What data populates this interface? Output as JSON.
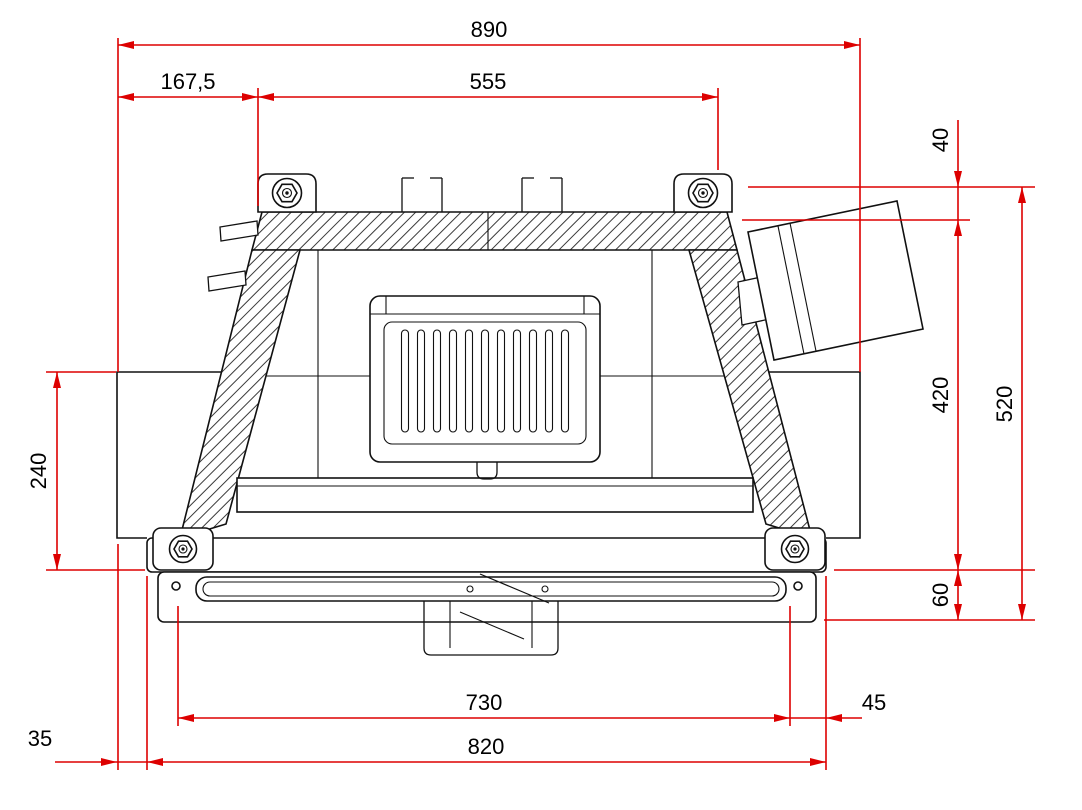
{
  "dimensions": {
    "top_total": "890",
    "top_left_offset": "167,5",
    "top_opening": "555",
    "right_upper": "40",
    "right_body": "420",
    "right_total": "520",
    "right_base": "60",
    "left_height": "240",
    "bottom_inner": "730",
    "bottom_right_offset": "45",
    "bottom_base": "820",
    "bottom_left_offset": "35"
  },
  "colors": {
    "dimension_line": "#dd0000",
    "drawing_line": "#111111"
  }
}
